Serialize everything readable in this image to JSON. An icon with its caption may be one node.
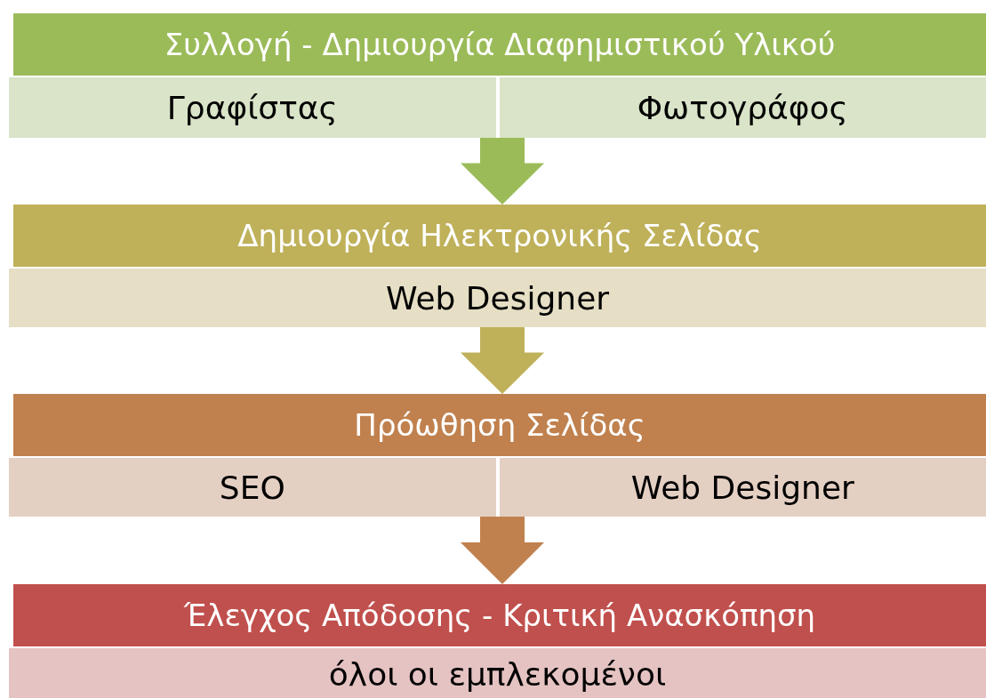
{
  "diagram": {
    "nodes": [
      {
        "text": [
          "Συλλογή - Δημιουργία Διαφημιστικού Υλικού"
        ]
      },
      {
        "text": [
          "Γραφίστας"
        ]
      },
      {
        "text": [
          "Φωτογράφος"
        ]
      },
      {
        "text": [
          "Δημιουργία Ηλεκτρονικής Σελίδας"
        ]
      },
      {
        "text": [
          "Web Designer"
        ]
      },
      {
        "text": [
          "Πρόωθηση Σελίδας"
        ]
      },
      {
        "text": [
          "SEO"
        ]
      },
      {
        "text": [
          "Web Designer"
        ]
      },
      {
        "text": [
          "Έλεγχος Απόδοσης - Κριτική Ανασκόπηση"
        ]
      },
      {
        "text": [
          "όλοι οι εμπλεκομένοι"
        ]
      }
    ],
    "edges": [
      {
        "from": 1,
        "to": 3,
        "arrow": "to",
        "color": "#9bbb59"
      },
      {
        "from": 2,
        "to": 3,
        "arrow": "to",
        "color": "#9bbb59"
      },
      {
        "from": 4,
        "to": 5,
        "arrow": "to",
        "color": "#bfb15a"
      },
      {
        "from": 6,
        "to": 8,
        "arrow": "to",
        "color": "#c0814e"
      },
      {
        "from": 7,
        "to": 8,
        "arrow": "to",
        "color": "#c0814e"
      }
    ]
  }
}
